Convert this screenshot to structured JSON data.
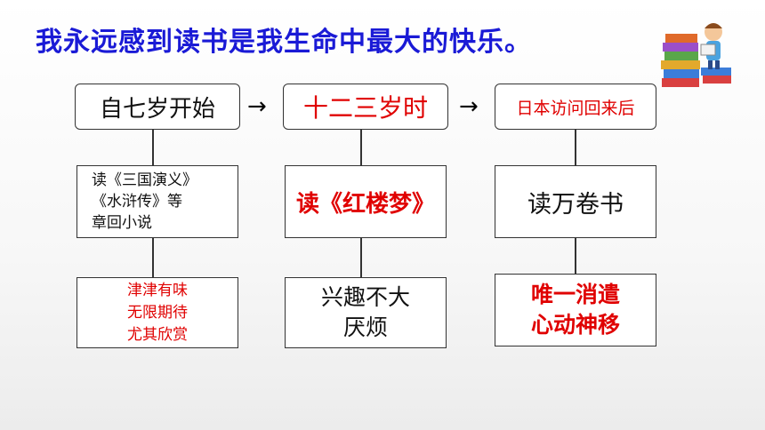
{
  "title": {
    "text": "我永远感到读书是我生命中最大的快乐。",
    "color": "#1a1ad6"
  },
  "arrows": [
    "→",
    "→"
  ],
  "columns": [
    {
      "header": {
        "text": "自七岁开始",
        "color": "#111111"
      },
      "middle": {
        "lines": [
          "读《三国演义》",
          "《水浒传》等",
          "章回小说"
        ],
        "color": "#111111"
      },
      "bottom": {
        "lines": [
          "津津有味",
          "无限期待",
          "尤其欣赏"
        ],
        "color": "#e00000"
      }
    },
    {
      "header": {
        "text": "十二三岁时",
        "color": "#e00000"
      },
      "middle": {
        "lines": [
          "读《红楼梦》"
        ],
        "color": "#e00000"
      },
      "bottom": {
        "lines": [
          "兴趣不大",
          "厌烦"
        ],
        "color": "#111111"
      }
    },
    {
      "header": {
        "text": "日本访问回来后",
        "color": "#e00000"
      },
      "middle": {
        "lines": [
          "读万卷书"
        ],
        "color": "#111111"
      },
      "bottom": {
        "lines": [
          "唯一消遣",
          "心动神移"
        ],
        "color": "#e00000"
      }
    }
  ],
  "illustration": {
    "icon": "boy-reading-on-books-icon"
  }
}
